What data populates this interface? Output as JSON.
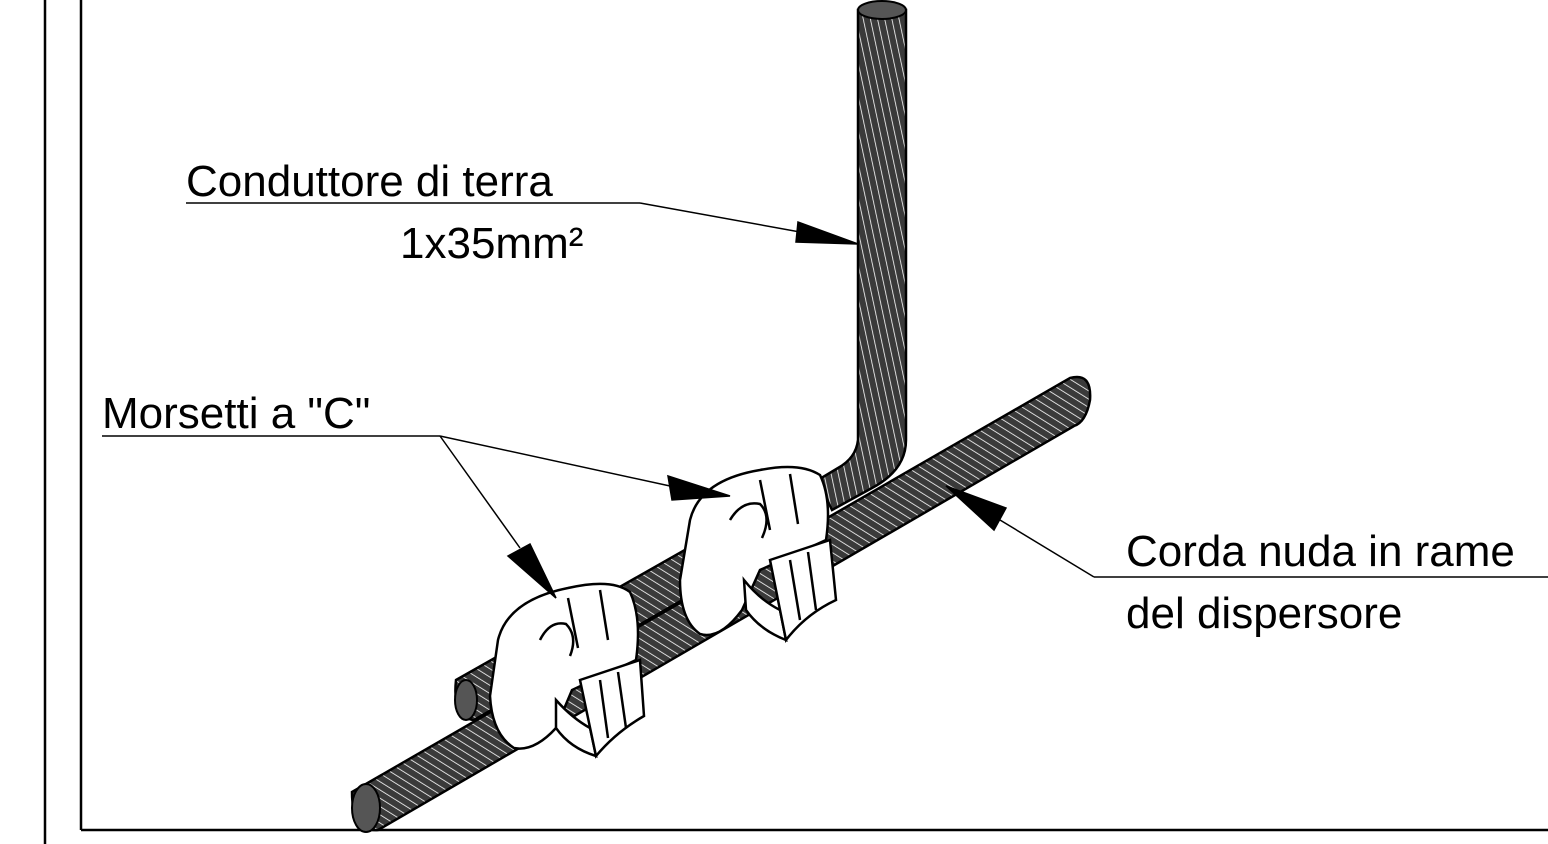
{
  "labels": {
    "ground_conductor": "Conduttore di terra",
    "ground_conductor_size": "1x35mm²",
    "c_clamps": "Morsetti a \"C\"",
    "bare_rope_line1": "Corda nuda in rame",
    "bare_rope_line2": "del dispersore"
  },
  "colors": {
    "ink": "#000000",
    "conductor_fill": "#3a3a3a",
    "clamp_fill": "#ffffff",
    "background": "#ffffff"
  }
}
